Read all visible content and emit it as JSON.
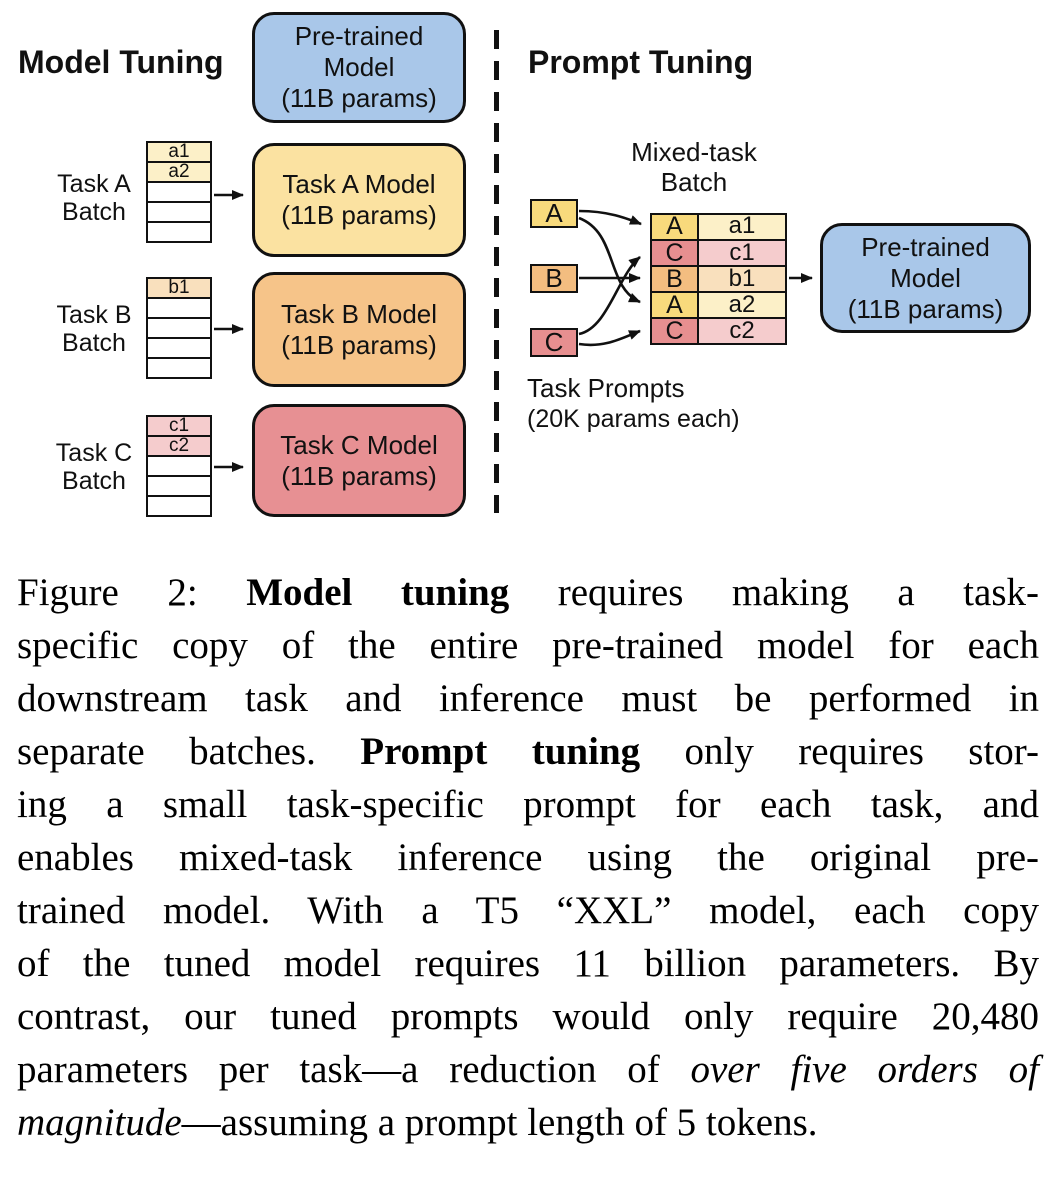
{
  "palette": {
    "ink": "#111111",
    "blue": "#a9c7e9",
    "yellow_model": "#fbe2a1",
    "orange_model": "#f6c489",
    "red_model": "#e79093",
    "yellow_strong": "#f8da7c",
    "orange_strong": "#f3bd80",
    "red_strong": "#e78f90",
    "yellow_pale": "#fcf0c8",
    "orange_pale": "#f9e0bd",
    "red_pale": "#f5cccd"
  },
  "diagram": {
    "left": {
      "heading": "Model Tuning",
      "pretrained_box": {
        "lines": [
          "Pre-trained",
          "Model",
          "(11B params)"
        ]
      },
      "tasks": [
        {
          "label_lines": [
            "Task A",
            "Batch"
          ],
          "stack_rows": [
            "a1",
            "a2",
            "",
            "",
            ""
          ],
          "pale_key": "yellow_pale",
          "model_fill_key": "yellow_model",
          "model_box_lines": [
            "Task A Model",
            "(11B params)"
          ]
        },
        {
          "label_lines": [
            "Task B",
            "Batch"
          ],
          "stack_rows": [
            "b1",
            "",
            "",
            "",
            ""
          ],
          "pale_key": "orange_pale",
          "model_fill_key": "orange_model",
          "model_box_lines": [
            "Task B Model",
            "(11B params)"
          ]
        },
        {
          "label_lines": [
            "Task C",
            "Batch"
          ],
          "stack_rows": [
            "c1",
            "c2",
            "",
            "",
            ""
          ],
          "pale_key": "red_pale",
          "model_fill_key": "red_model",
          "model_box_lines": [
            "Task C Model",
            "(11B params)"
          ]
        }
      ]
    },
    "right": {
      "heading": "Prompt Tuning",
      "mixed_batch_label_lines": [
        "Mixed-task",
        "Batch"
      ],
      "prompt_boxes": [
        {
          "label": "A",
          "fill_key": "yellow_strong"
        },
        {
          "label": "B",
          "fill_key": "orange_strong"
        },
        {
          "label": "C",
          "fill_key": "red_strong"
        }
      ],
      "mixed_batch_rows": [
        {
          "task": "A",
          "item": "a1",
          "task_fill_key": "yellow_strong",
          "item_fill_key": "yellow_pale"
        },
        {
          "task": "C",
          "item": "c1",
          "task_fill_key": "red_strong",
          "item_fill_key": "red_pale"
        },
        {
          "task": "B",
          "item": "b1",
          "task_fill_key": "orange_strong",
          "item_fill_key": "orange_pale"
        },
        {
          "task": "A",
          "item": "a2",
          "task_fill_key": "yellow_strong",
          "item_fill_key": "yellow_pale"
        },
        {
          "task": "C",
          "item": "c2",
          "task_fill_key": "red_strong",
          "item_fill_key": "red_pale"
        }
      ],
      "task_prompts_label_lines": [
        "Task Prompts",
        "(20K params each)"
      ],
      "pretrained_box": {
        "lines": [
          "Pre-trained",
          "Model",
          "(11B params)"
        ]
      }
    }
  },
  "caption": {
    "lines": [
      [
        {
          "t": "Figure 2: ",
          "s": "n"
        },
        {
          "t": "Model tuning",
          "s": "b"
        },
        {
          "t": " requires making a task-",
          "s": "n"
        }
      ],
      [
        {
          "t": "specific copy of the entire pre-trained model for each",
          "s": "n"
        }
      ],
      [
        {
          "t": "downstream task and inference must be performed in",
          "s": "n"
        }
      ],
      [
        {
          "t": "separate batches. ",
          "s": "n"
        },
        {
          "t": "Prompt tuning",
          "s": "b"
        },
        {
          "t": " only requires stor-",
          "s": "n"
        }
      ],
      [
        {
          "t": "ing a small task-specific prompt for each task, and",
          "s": "n"
        }
      ],
      [
        {
          "t": "enables mixed-task inference using the original pre-",
          "s": "n"
        }
      ],
      [
        {
          "t": "trained model. With a T5 “XXL” model, each copy",
          "s": "n"
        }
      ],
      [
        {
          "t": "of the tuned model requires 11 billion parameters. By",
          "s": "n"
        }
      ],
      [
        {
          "t": "contrast, our tuned prompts would only require 20,480",
          "s": "n"
        }
      ],
      [
        {
          "t": "parameters per task—a reduction of ",
          "s": "n"
        },
        {
          "t": "over five orders of",
          "s": "i"
        }
      ],
      [
        {
          "t": "magnitude",
          "s": "i"
        },
        {
          "t": "—assuming a prompt length of 5 tokens.",
          "s": "n"
        }
      ]
    ]
  }
}
